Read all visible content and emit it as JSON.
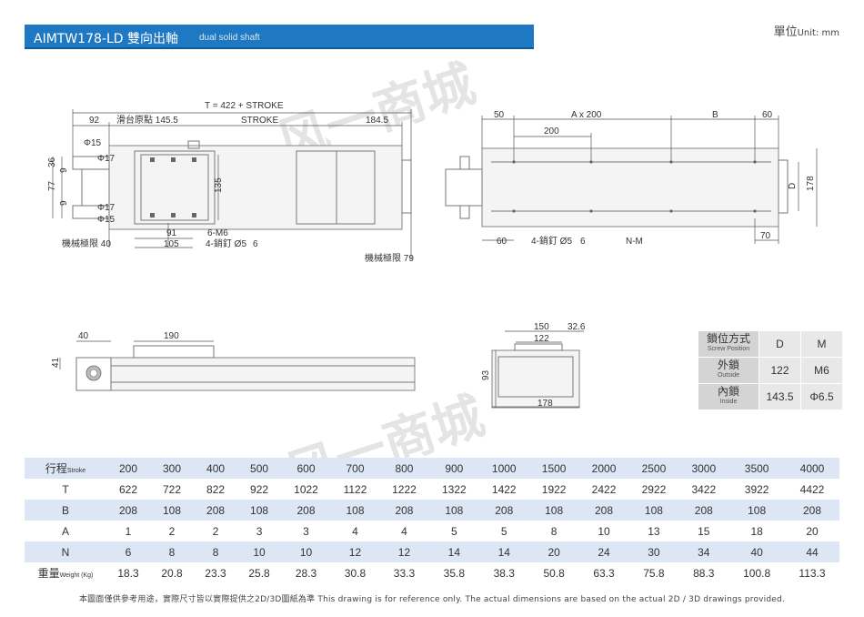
{
  "header": {
    "title": "AIMTW178-LD 雙向出軸",
    "title_en": "dual solid shaft",
    "unit_zh": "單位",
    "unit_en": "Unit: mm"
  },
  "watermark": {
    "text": "风一商城"
  },
  "drawing_labels": {
    "top_total": "T = 422 + STROKE",
    "d92": "92",
    "origin": "滑台原點 145.5",
    "stroke": "STROKE",
    "d1845": "184.5",
    "phi15a": "Φ15",
    "phi17a": "Φ17",
    "phi17b": "Φ17",
    "phi15b": "Φ15",
    "d36": "36",
    "d9a": "9",
    "d77": "77",
    "d9b": "9",
    "d135": "135",
    "d91": "91",
    "d105": "105",
    "m6": "6-M6",
    "pin": "4-銷釘 Ø5",
    "pin_depth": "6",
    "limit40": "機械極限 40",
    "limit79": "機械極限 79",
    "r50": "50",
    "ra200": "A x 200",
    "rb": "B",
    "r60": "60",
    "r200": "200",
    "rd": "D",
    "r178": "178",
    "r60b": "60",
    "rpin": "4-銷釘 Ø5",
    "rpin_depth": "6",
    "rnm": "N-M",
    "r70": "70",
    "s40": "40",
    "s190": "190",
    "s41": "41",
    "e150": "150",
    "e326": "32.6",
    "e122": "122",
    "e93": "93",
    "e178": "178"
  },
  "screw_table": {
    "header": {
      "zh": "鎖位方式",
      "en": "Screw Position",
      "d": "D",
      "m": "M"
    },
    "rows": [
      {
        "zh": "外鎖",
        "en": "Outside",
        "d": "122",
        "m": "M6"
      },
      {
        "zh": "內鎖",
        "en": "Inside",
        "d": "143.5",
        "m": "Φ6.5"
      }
    ]
  },
  "spec_table": {
    "rows": [
      {
        "label": "行程",
        "label_en": "Stroke",
        "values": [
          "200",
          "300",
          "400",
          "500",
          "600",
          "700",
          "800",
          "900",
          "1000",
          "1500",
          "2000",
          "2500",
          "3000",
          "3500",
          "4000"
        ]
      },
      {
        "label": "T",
        "label_en": "",
        "values": [
          "622",
          "722",
          "822",
          "922",
          "1022",
          "1122",
          "1222",
          "1322",
          "1422",
          "1922",
          "2422",
          "2922",
          "3422",
          "3922",
          "4422"
        ]
      },
      {
        "label": "B",
        "label_en": "",
        "values": [
          "208",
          "108",
          "208",
          "108",
          "208",
          "108",
          "208",
          "108",
          "208",
          "108",
          "208",
          "108",
          "208",
          "108",
          "208"
        ]
      },
      {
        "label": "A",
        "label_en": "",
        "values": [
          "1",
          "2",
          "2",
          "3",
          "3",
          "4",
          "4",
          "5",
          "5",
          "8",
          "10",
          "13",
          "15",
          "18",
          "20"
        ]
      },
      {
        "label": "N",
        "label_en": "",
        "values": [
          "6",
          "8",
          "8",
          "10",
          "10",
          "12",
          "12",
          "14",
          "14",
          "20",
          "24",
          "30",
          "34",
          "40",
          "44"
        ]
      },
      {
        "label": "重量",
        "label_en": "Weight (Kg)",
        "values": [
          "18.3",
          "20.8",
          "23.3",
          "25.8",
          "28.3",
          "30.8",
          "33.3",
          "35.8",
          "38.3",
          "50.8",
          "63.3",
          "75.8",
          "88.3",
          "100.8",
          "113.3"
        ]
      }
    ]
  },
  "footer": {
    "text": "本圖面僅供參考用途，實際尺寸皆以實際提供之2D/3D圖紙為準 This drawing is for reference only. The actual dimensions are based on the actual 2D / 3D drawings provided."
  },
  "colors": {
    "title_bg": "#1e78c2",
    "table_band": "#dde6f4"
  }
}
